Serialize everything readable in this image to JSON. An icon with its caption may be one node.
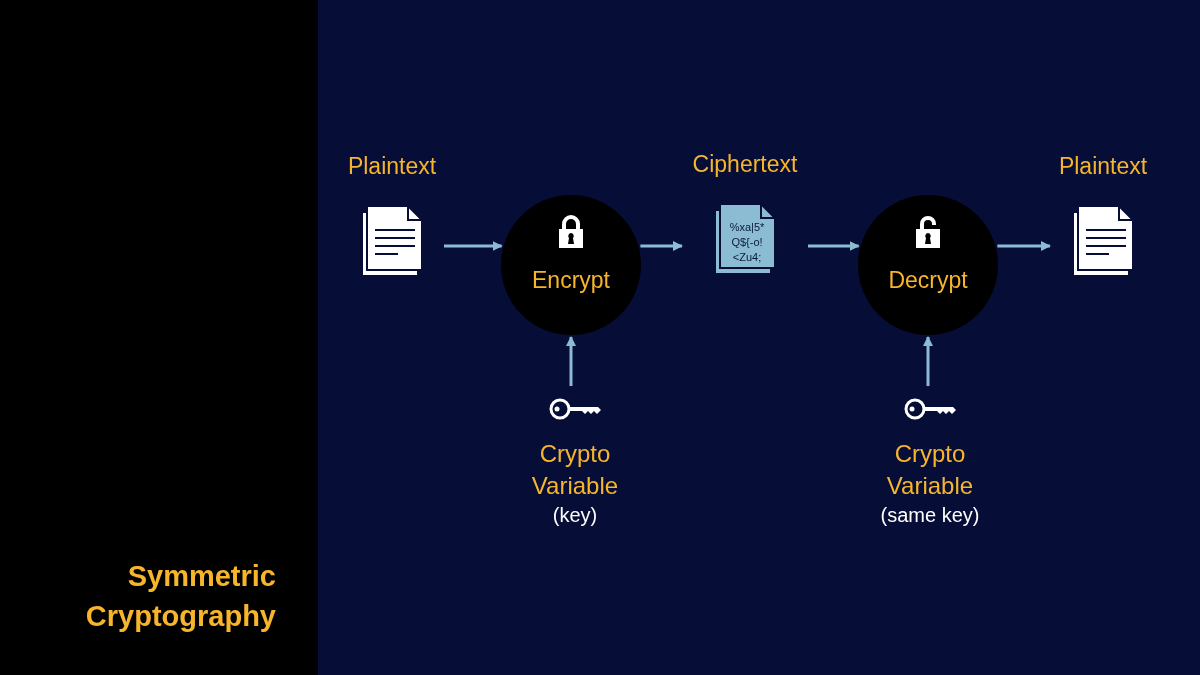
{
  "diagram": {
    "title": "Symmetric Cryptography",
    "nodes": [
      {
        "text": [
          "Plaintext"
        ]
      },
      {
        "text": [
          "Encrypt"
        ]
      },
      {
        "text": [
          "Ciphertext",
          "%xa|5* Q${-o! <Zu4;"
        ]
      },
      {
        "text": [
          "Decrypt"
        ]
      },
      {
        "text": [
          "Plaintext"
        ]
      },
      {
        "text": [
          "Crypto Variable",
          "(key)"
        ]
      },
      {
        "text": [
          "Crypto Variable",
          "(same key)"
        ]
      }
    ],
    "edges": [
      {
        "from": 0,
        "to": 1,
        "arrow": "to"
      },
      {
        "from": 1,
        "to": 2,
        "arrow": "to"
      },
      {
        "from": 2,
        "to": 3,
        "arrow": "to"
      },
      {
        "from": 3,
        "to": 4,
        "arrow": "to"
      },
      {
        "from": 5,
        "to": 1,
        "arrow": "to"
      },
      {
        "from": 6,
        "to": 3,
        "arrow": "to"
      }
    ]
  }
}
